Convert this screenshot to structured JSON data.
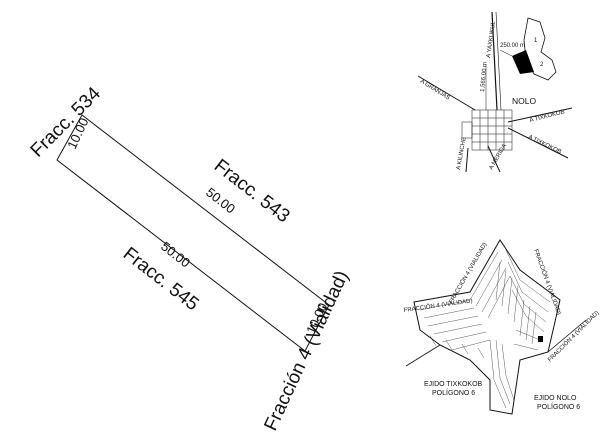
{
  "plot": {
    "north_neighbor": "Fracc. 534",
    "east_neighbor": "Fracc. 543",
    "south_neighbor": "Fracc. 545",
    "road_frontage": "Fracción 4 (Vialidad)",
    "dim_north": "10.00",
    "dim_east": "50.00",
    "dim_west": "50.00",
    "dim_south": "10.00"
  },
  "location_map": {
    "town": "NOLO",
    "roads": [
      "A YAXKUKUL",
      "A GRANJAS",
      "A TIXKOKOB",
      "A TIXKOKOB",
      "A KILINCHE",
      "A MERIDA"
    ],
    "distance_1": "1,566.00 m",
    "distance_2": "250.00 m",
    "polygon_1": "1",
    "polygon_2": "2"
  },
  "subdivision_map": {
    "fraction_4_a": "FRACCIÓN 4 (VIALIDAD)",
    "fraction_4_b": "FRACCIÓN 4 (VIALIDAD)",
    "fraction_4_c": "FRACCIÓN 4 (VIALIDAD)",
    "fraction_4_d": "FRACCIÓN 4 (VIALIDAD)",
    "ejido_west_name": "EJIDO TIXKOKOB",
    "ejido_west_poly": "POLÍGONO 6",
    "ejido_east_name": "EJIDO NOLO",
    "ejido_east_poly": "POLÍGONO 6"
  },
  "colors": {
    "ink": "#111111",
    "background": "#ffffff",
    "highlight": "#000000"
  }
}
